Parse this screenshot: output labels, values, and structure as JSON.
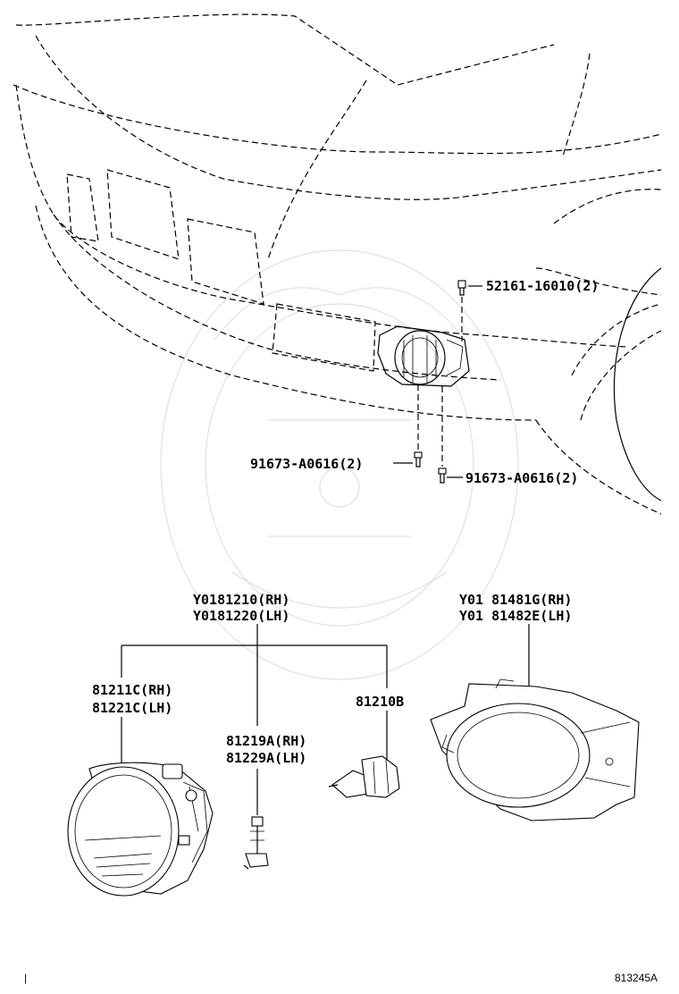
{
  "labels": {
    "clip_52161": "52161-16010(2)",
    "screw_left": "91673-A0616(2)",
    "screw_right": "91673-A0616(2)",
    "assembly_rh": "Y0181210(RH)",
    "assembly_lh": "Y0181220(LH)",
    "cover_rh": "Y01 81481G(RH)",
    "cover_lh": "Y01 81482E(LH)",
    "lamp_rh": "81211C(RH)",
    "lamp_lh": "81221C(LH)",
    "socket_rh": "81219A(RH)",
    "socket_lh": "81229A(LH)",
    "bulb": "81210B",
    "figure_id": "813245A",
    "corner_mark": "|"
  }
}
